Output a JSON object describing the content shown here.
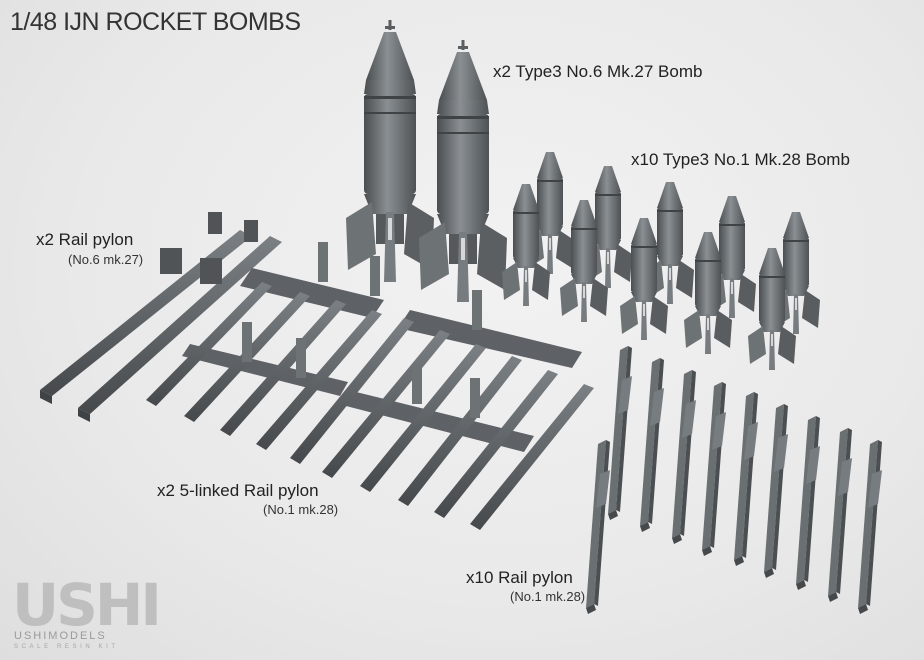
{
  "title": "1/48 IJN ROCKET BOMBS",
  "labels": {
    "mk27_bomb": "x2 Type3 No.6 Mk.27 Bomb",
    "mk28_bomb": "x10 Type3 No.1 Mk.28 Bomb",
    "rail_pylon_main": "x2 Rail pylon",
    "rail_pylon_sub": "(No.6 mk.27)",
    "linked_main": "x2 5-linked Rail pylon",
    "linked_sub": "(No.1 mk.28)",
    "x10_main": "x10 Rail pylon",
    "x10_sub": "(No.1 mk.28)"
  },
  "logo": {
    "mark": "USHI",
    "text": "USHIMODELS",
    "tag": "SCALE RESIN KIT"
  },
  "colors": {
    "part": "#5f6468",
    "part_light": "#878c90",
    "part_dark": "#43474a"
  }
}
